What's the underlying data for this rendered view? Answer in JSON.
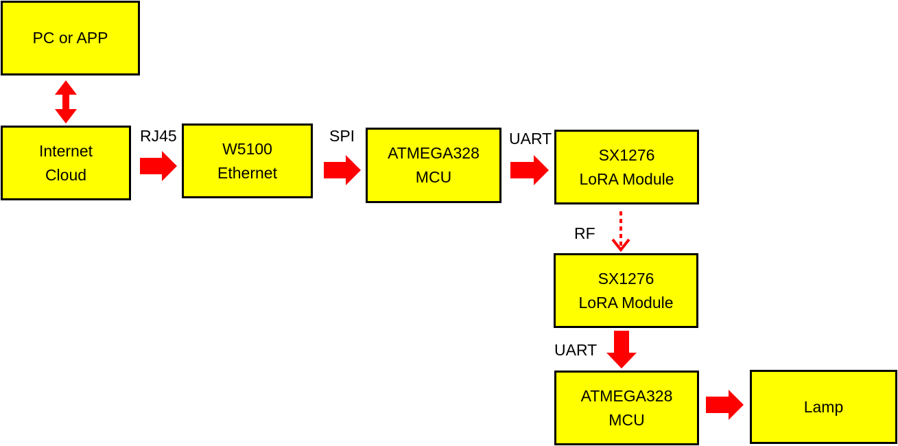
{
  "colors": {
    "box_fill": "#ffff00",
    "box_border": "#000000",
    "arrow": "#ff0000"
  },
  "nodes": {
    "pc": [
      "PC or APP"
    ],
    "cloud": [
      "Internet",
      "Cloud"
    ],
    "w5100": [
      "W5100",
      "Ethernet"
    ],
    "mcu1": [
      "ATMEGA328",
      "MCU"
    ],
    "lora1": [
      "SX1276",
      "LoRA Module"
    ],
    "lora2": [
      "SX1276",
      "LoRA Module"
    ],
    "mcu2": [
      "ATMEGA328",
      "MCU"
    ],
    "lamp": [
      "Lamp"
    ]
  },
  "links": {
    "rj45": "RJ45",
    "spi": "SPI",
    "uart1": "UART",
    "rf": "RF",
    "uart2": "UART"
  }
}
